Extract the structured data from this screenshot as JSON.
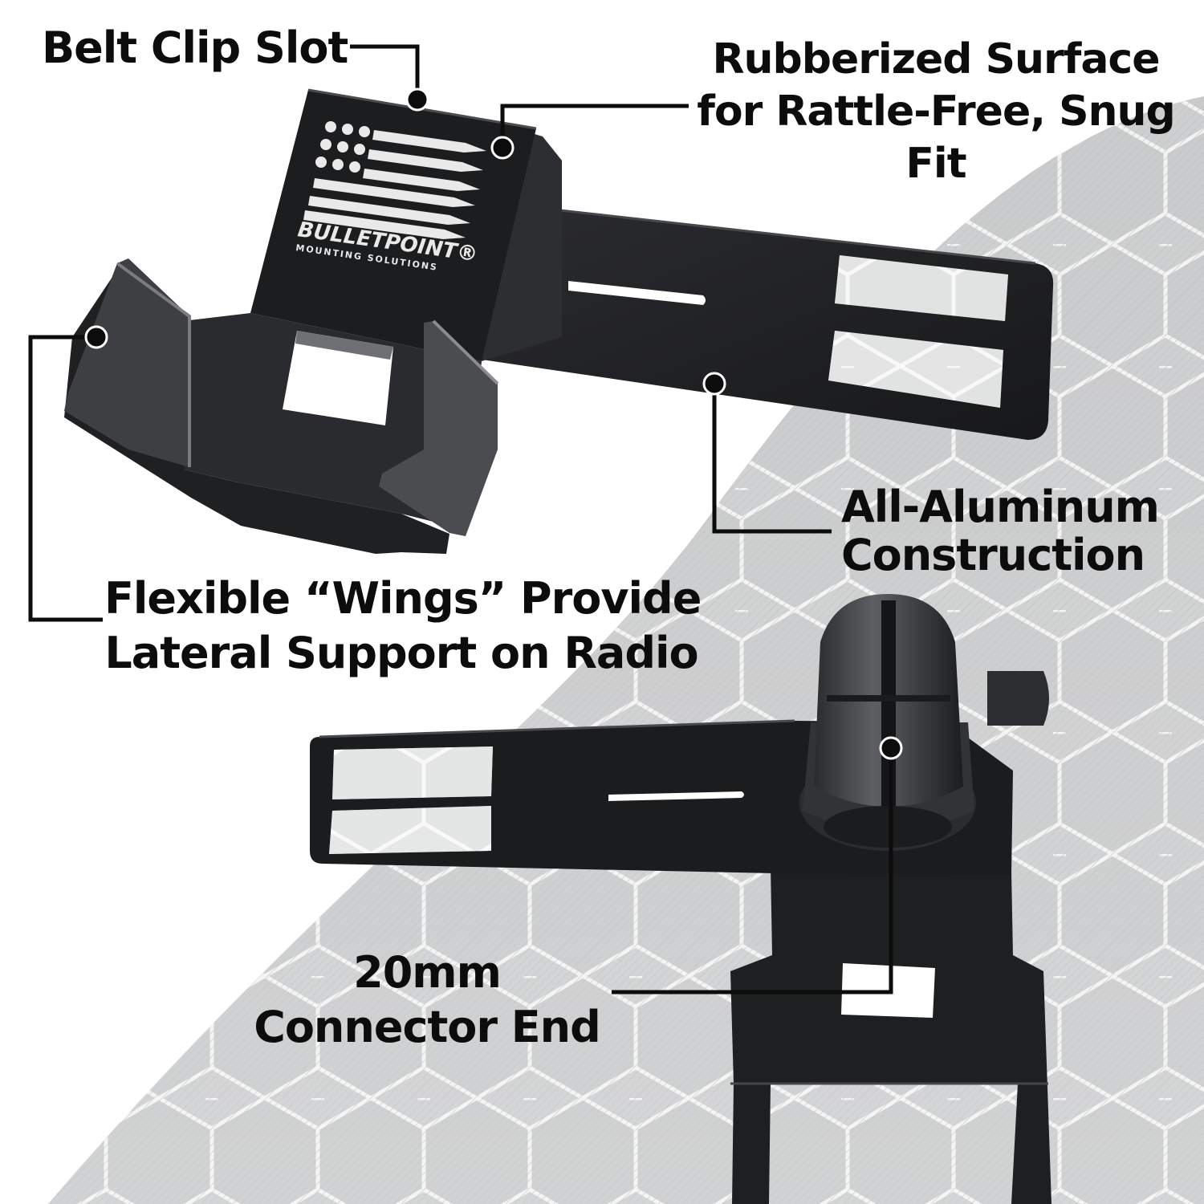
{
  "brand": {
    "logo_name": "BULLETPOINT",
    "logo_sub": "MOUNTING SOLUTIONS"
  },
  "callouts": {
    "belt_clip": [
      "Belt Clip Slot"
    ],
    "rubberized": [
      "Rubberized Surface",
      "for Rattle-Free, Snug",
      "Fit"
    ],
    "aluminum": [
      "All-Aluminum",
      "Construction"
    ],
    "wings": [
      "Flexible “Wings” Provide",
      "Lateral Support on Radio"
    ],
    "connector": [
      "20mm",
      "Connector End"
    ]
  },
  "colors": {
    "metal": "#1f2022",
    "metal_edge": "#3a3b3e",
    "metal_light": "#55575b",
    "background_pattern": "#cfd0d1",
    "pattern_lines": "#f2f2f2",
    "text": "#0c0c0c"
  },
  "icons": [
    "bullet-flag-logo",
    "ball-joint-connector"
  ]
}
